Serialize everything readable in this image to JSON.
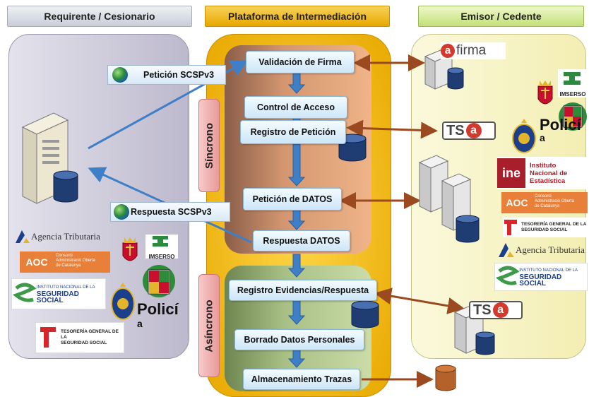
{
  "headers": {
    "left": "Requirente / Cesionario",
    "center": "Plataforma de Intermediación",
    "right": "Emisor / Cedente"
  },
  "steps": {
    "validacion": "Validación de Firma",
    "control": "Control de Acceso",
    "registro": "Registro de Petición",
    "peticion_datos": "Petición de DATOS",
    "respuesta_datos": "Respuesta DATOS",
    "evidencias": "Registro Evidencias/Respuesta",
    "borrado": "Borrado Datos Personales",
    "almacenamiento": "Almacenamiento Trazas"
  },
  "side_labels": {
    "sincrono": "Síncrono",
    "asincrono": "Asíncrono"
  },
  "messages": {
    "peticion": "Petición SCSPv3",
    "respuesta": "Respuesta SCSPv3"
  },
  "logos": {
    "afirma": "firma",
    "afirma_a": "a",
    "tsa": "TS",
    "tsa_a": "a",
    "imserso": "IMSERSO",
    "policia_line1": "Policí",
    "policia_line2": "a",
    "ine_letters": "ine",
    "ine_line1": "Instituto",
    "ine_line2": "Nacional de",
    "ine_line3": "Estadística",
    "aoc": "AOC",
    "aoc_desc_1": "Consorci",
    "aoc_desc_2": "Administració Oberta",
    "aoc_desc_3": "de Catalunya",
    "tgss_1": "TESORERÍA GENERAL DE LA",
    "tgss_2": "SEGURIDAD SOCIAL",
    "agencia": "Agencia Tributaria",
    "inss_1": "INSTITUTO NACIONAL DE LA",
    "inss_2": "SEGURIDAD SOCIAL"
  },
  "colors": {
    "header_left": "#d7dbe3",
    "header_center": "#f0b400",
    "header_right": "#d8ec98",
    "left_panel": "#c9c6d6",
    "center_outer": "#f5b800",
    "sync_panel": "#d4936e",
    "async_panel": "#a9bf84",
    "right_panel": "#f6f3c4",
    "arrow_blue": "#3f7fc8",
    "arrow_brown": "#9a4a1e"
  }
}
